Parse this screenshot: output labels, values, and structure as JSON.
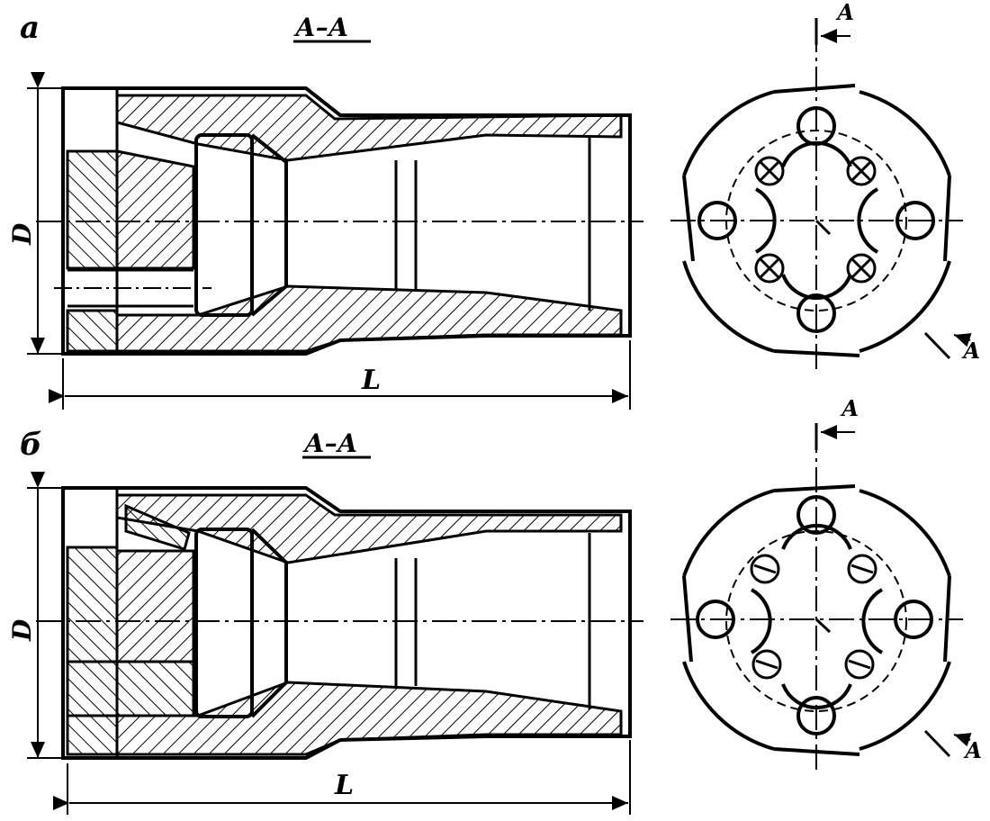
{
  "views": [
    {
      "id": "a",
      "letter": "а",
      "section_title": "А–А",
      "dim_diameter": "D",
      "dim_length": "L",
      "section_mark": "А"
    },
    {
      "id": "b",
      "letter": "б",
      "section_title": "А–А",
      "dim_diameter": "D",
      "dim_length": "L",
      "section_mark": "А"
    }
  ],
  "colors": {
    "ink": "#000000",
    "paper": "#ffffff"
  }
}
